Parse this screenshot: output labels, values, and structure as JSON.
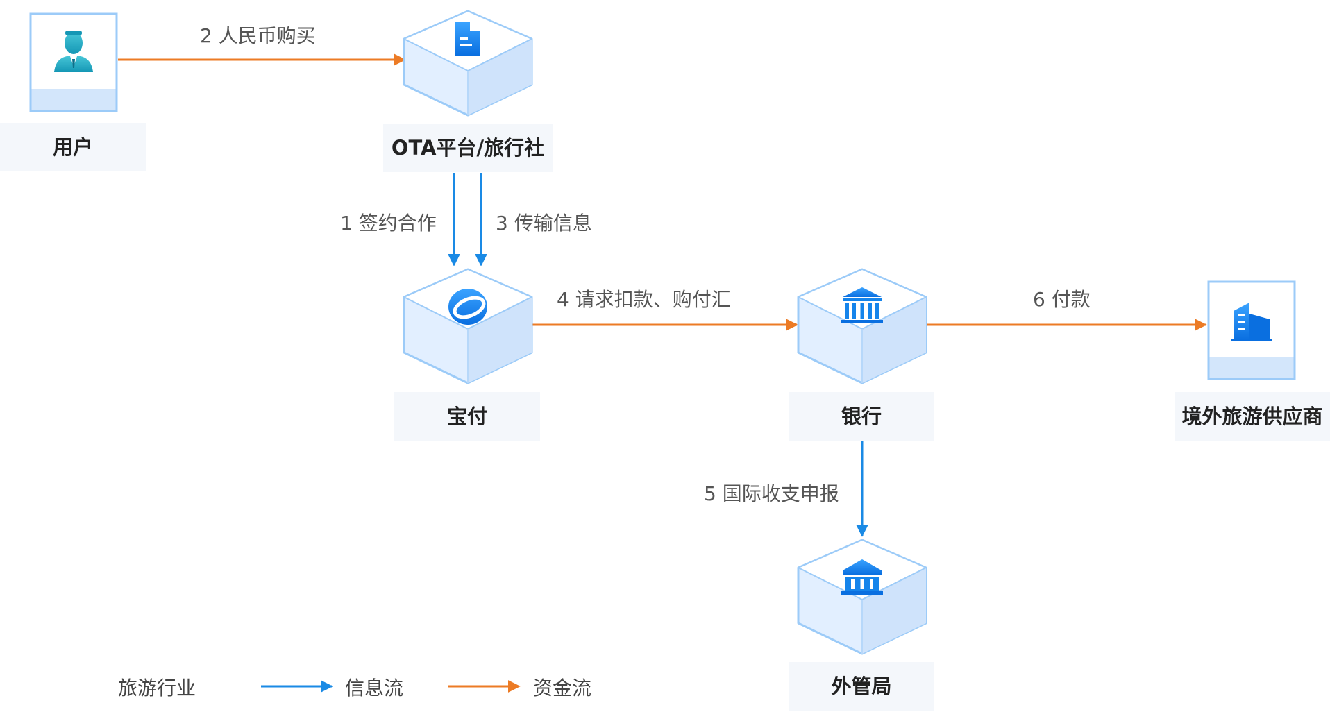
{
  "nodes": {
    "user": {
      "label": "用户",
      "icon": "user-icon"
    },
    "ota": {
      "label": "OTA平台/旅行社",
      "icon": "building-icon"
    },
    "baofu": {
      "label": "宝付",
      "icon": "baofu-logo-icon"
    },
    "bank": {
      "label": "银行",
      "icon": "bank-icon"
    },
    "supplier": {
      "label": "境外旅游供应商",
      "icon": "office-building-icon"
    },
    "safe": {
      "label": "外管局",
      "icon": "government-icon"
    }
  },
  "flows": {
    "f1": {
      "label": "1 签约合作",
      "type": "info"
    },
    "f2": {
      "label": "2 人民币购买",
      "type": "fund"
    },
    "f3": {
      "label": "3 传输信息",
      "type": "info"
    },
    "f4": {
      "label": "4 请求扣款、购付汇",
      "type": "fund"
    },
    "f5": {
      "label": "5 国际收支申报",
      "type": "info"
    },
    "f6": {
      "label": "6 付款",
      "type": "fund"
    }
  },
  "legend": {
    "title": "旅游行业",
    "info_label": "信息流",
    "fund_label": "资金流"
  },
  "colors": {
    "info": "#1a8ae5",
    "fund": "#ec7b25",
    "cube_top": "#ffffff",
    "cube_left": "#e2efff",
    "cube_right": "#cfe3fb",
    "cube_stroke": "#9ccbf8",
    "icon": "#1584eb",
    "label_bg": "#f4f7fb"
  }
}
